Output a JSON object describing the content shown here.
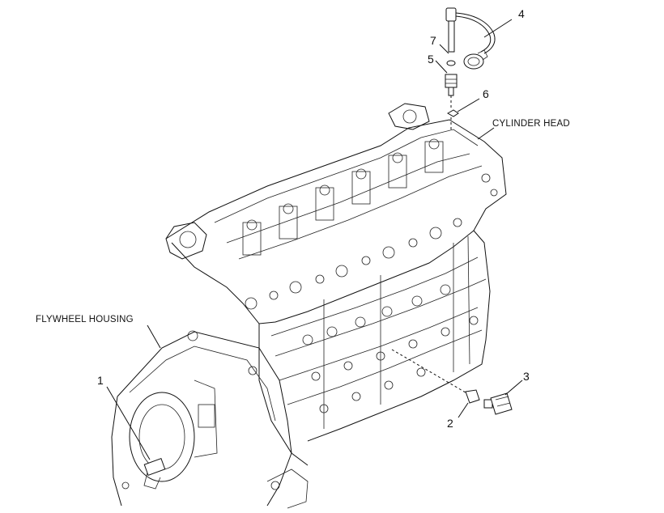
{
  "labels": {
    "cylinder_head": "CYLINDER HEAD",
    "flywheel_housing": "FLYWHEEL HOUSING"
  },
  "callouts": {
    "c1": "1",
    "c2": "2",
    "c3": "3",
    "c4": "4",
    "c5": "5",
    "c6": "6",
    "c7": "7"
  }
}
